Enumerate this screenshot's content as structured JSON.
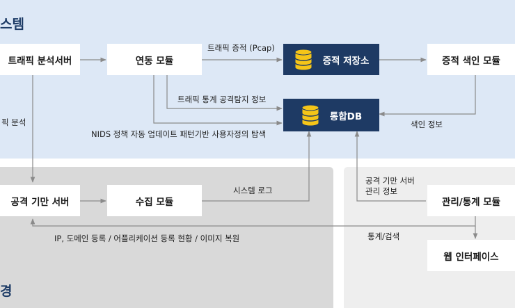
{
  "regions": {
    "top_title": "스템",
    "bottom_left_title": "경"
  },
  "boxes": {
    "traffic_server": "트래픽 분석서버",
    "link_module": "연동 모듈",
    "evidence_storage": "증적 저장소",
    "evidence_index": "증적 색인 모듈",
    "integrated_db": "통합DB",
    "attack_server": "공격 기만 서버",
    "collect_module": "수집 모듈",
    "mgmt_module": "관리/통계 모듈",
    "web_interface": "웹 인터페이스"
  },
  "labels": {
    "pcap": "트래픽 증적 (Pcap)",
    "traffic_stats": "트래픽 통계 공격탐지 정보",
    "nids": "NIDS 정책 자동 업데이트 패턴기반 사용자정의 탐색",
    "index_info": "색인 정보",
    "traffic_analysis": "픽 분석",
    "system_log": "시스템 로그",
    "deception_mgmt_line1": "공격 기만 서버",
    "deception_mgmt_line2": "관리 정보",
    "stats_search": "통계/검색",
    "ip_domain": "IP, 도메인 등록 / 어플리케이션 등록 현황 / 이미지 복원"
  },
  "colors": {
    "top_region": "#dde8f6",
    "bottom_left_region": "#d9d9d9",
    "bottom_right_region": "#eeeeee",
    "dark_box": "#1e3a64",
    "db_icon": "#f5c518",
    "arrow": "#8a8a8a"
  }
}
